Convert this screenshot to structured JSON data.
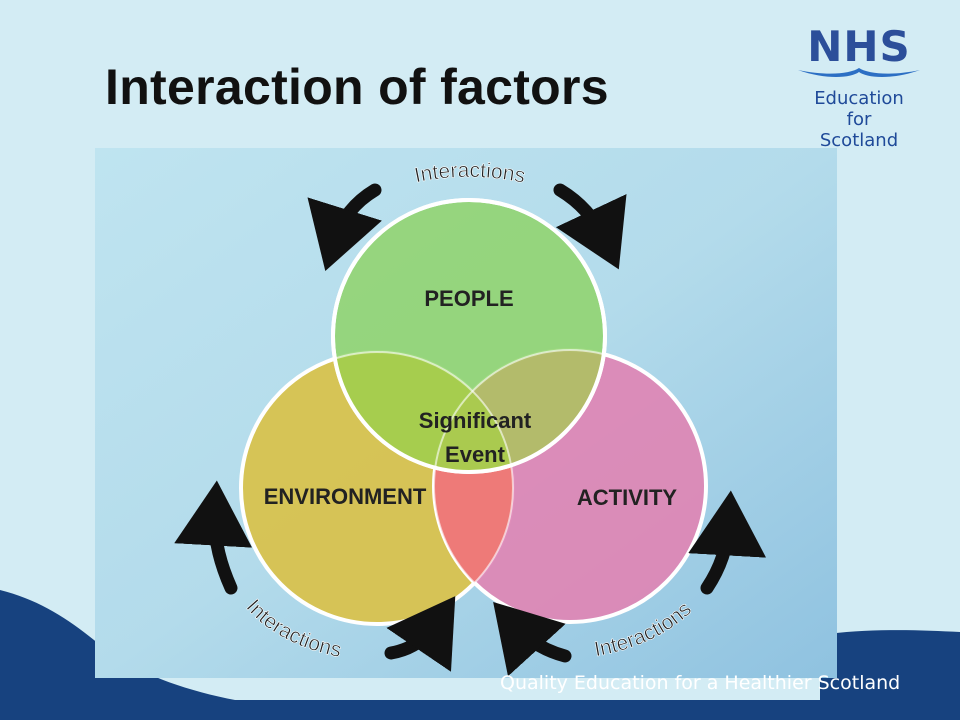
{
  "slide": {
    "title": "Interaction of factors",
    "footer": "Quality Education for a Healthier Scotland"
  },
  "logo": {
    "brand": "NHS",
    "line1": "Education",
    "line2": "for",
    "line3": "Scotland",
    "color": "#2c4f9a"
  },
  "diagram": {
    "circles": {
      "people": "PEOPLE",
      "environment": "ENVIRONMENT",
      "activity": "ACTIVITY"
    },
    "center_line1": "Significant",
    "center_line2": "Event",
    "arrow_label_top": "Interactions",
    "arrow_label_left": "Interactions",
    "arrow_label_right": "Interactions",
    "colors": {
      "people": "#8fd46a",
      "environment": "#d8c24e",
      "activity": "#de86b4",
      "arrow": "#111111"
    }
  },
  "theme": {
    "background": "#d3ecf4",
    "wave": "#17427f"
  }
}
